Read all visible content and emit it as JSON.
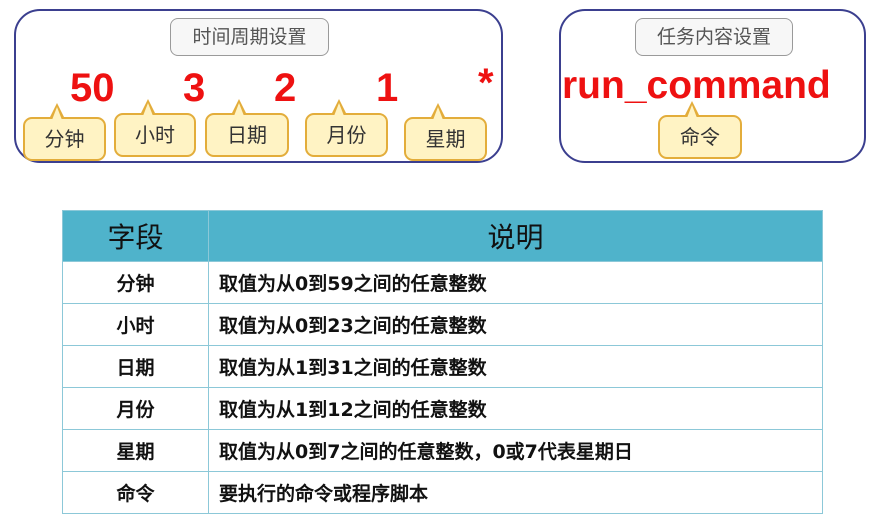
{
  "time_panel": {
    "title": "时间周期设置",
    "fields": [
      {
        "value": "50",
        "label": "分钟"
      },
      {
        "value": "3",
        "label": "小时"
      },
      {
        "value": "2",
        "label": "日期"
      },
      {
        "value": "1",
        "label": "月份"
      },
      {
        "value": "*",
        "label": "星期"
      }
    ]
  },
  "task_panel": {
    "title": "任务内容设置",
    "command": "run_command",
    "label": "命令"
  },
  "table": {
    "headers": [
      "字段",
      "说明"
    ],
    "rows": [
      {
        "field": "分钟",
        "desc": "取值为从0到59之间的任意整数"
      },
      {
        "field": "小时",
        "desc": "取值为从0到23之间的任意整数"
      },
      {
        "field": "日期",
        "desc": "取值为从1到31之间的任意整数"
      },
      {
        "field": "月份",
        "desc": "取值为从1到12之间的任意整数"
      },
      {
        "field": "星期",
        "desc": "取值为从0到7之间的任意整数，0或7代表星期日"
      },
      {
        "field": "命令",
        "desc": "要执行的命令或程序脚本"
      }
    ]
  },
  "colors": {
    "panel_border": "#3b3f8f",
    "value_red": "#ee1111",
    "callout_fill": "#fff3c4",
    "callout_border": "#e3ad3b",
    "table_header": "#4fb3cb",
    "table_border": "#8cc8d8"
  }
}
